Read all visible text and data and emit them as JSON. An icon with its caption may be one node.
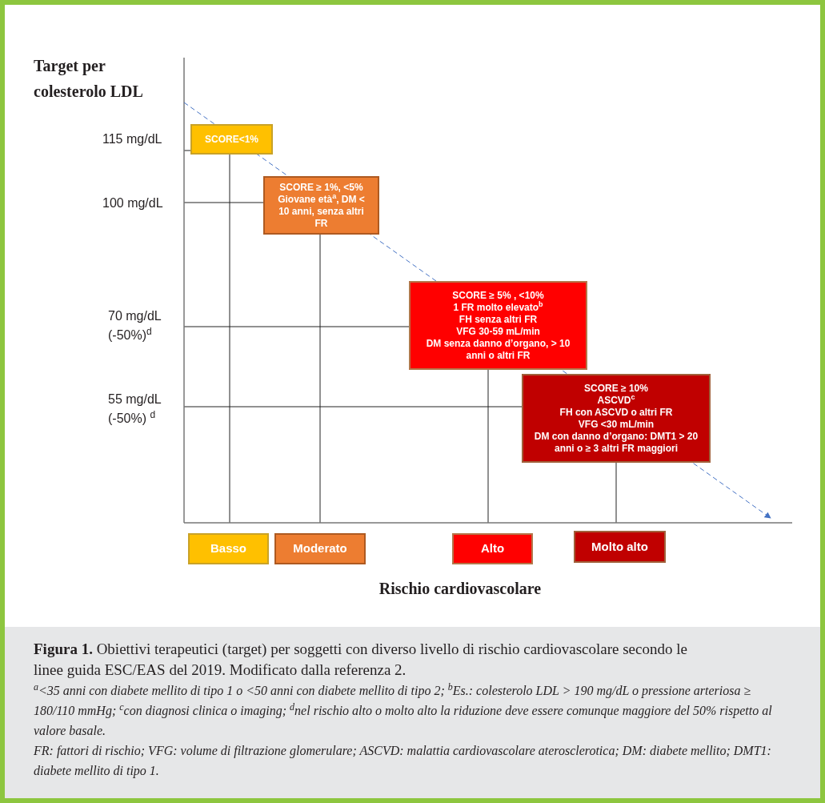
{
  "diagram": {
    "caption": "**Figura 1.** Obiettivi terapeutici (target) per soggetti con diverso livello di rischio cardiovascolare secondo le linee guida ESC/EAS del 2019. Modificato dalla referenza 2.",
    "nodes": [
      {
        "text": [
          "SCORE<1%"
        ]
      },
      {
        "text": [
          "SCORE ≥ 1%, <5%",
          "Giovane età$^{a}$, DM < 10 anni, senza altri FR"
        ]
      },
      {
        "text": [
          "SCORE ≥ 5% , <10%",
          "1 FR molto elevato$^{b}$",
          "FH senza altri FR",
          "VFG 30-59 mL/min",
          "DM senza danno d’organo, > 10 anni o altri FR"
        ]
      },
      {
        "text": [
          "SCORE ≥ 10%",
          "ASCVD$^{c}$",
          "FH con ASCVD o altri FR",
          "VFG <30 mL/min",
          "DM con danno d’organo: DMT1 > 20 anni o ≥ 3 altri FR maggiori"
        ]
      },
      {
        "text": [
          "Basso"
        ]
      },
      {
        "text": [
          "Moderato"
        ]
      },
      {
        "text": [
          "Alto"
        ]
      },
      {
        "text": [
          "Molto alto"
        ]
      }
    ],
    "labels": [
      "Target per colesterolo LDL",
      "115 mg/dL",
      "100 mg/dL",
      "70 mg/dL (-50%)$^{d}$",
      "55 mg/dL (-50%) $^{d}$",
      "Rischio cardiovascolare",
      "$^{a}$<35 anni con diabete mellito di tipo 1 o <50 anni con diabete mellito di tipo 2; $^{b}$Es.: colesterolo LDL > 190 mg/dL o pressione arteriosa ≥ 180/110 mmHg; $^{c}$con diagnosi clinica o imaging; $^{d}$nel rischio alto o molto alto la riduzione deve essere comunque maggiore del 50% rispetto al valore basale.",
      "FR: fattori di rischio; VFG: volume di filtrazione glomerulare; ASCVD: malattia cardiovascolare aterosclerotica; DM: diabete mellito; DMT1: diabete mellito di tipo 1."
    ]
  }
}
